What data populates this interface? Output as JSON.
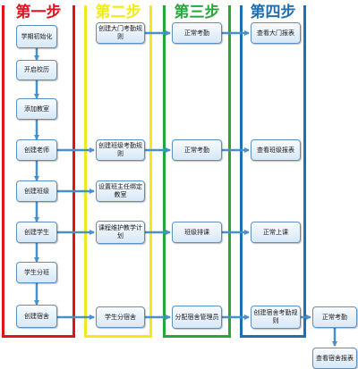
{
  "colors": {
    "stage1": "#e0141c",
    "stage2": "#f2ea1a",
    "stage3": "#26a83a",
    "stage4": "#1f6fb3",
    "arrow": "#4a90c8"
  },
  "stages": [
    {
      "title": "第一步"
    },
    {
      "title": "第二步"
    },
    {
      "title": "第三步"
    },
    {
      "title": "第四步"
    }
  ],
  "nodes": {
    "init_term": "学期初始化",
    "open_calendar": "开启校历",
    "add_classroom": "添加教室",
    "create_teacher": "创建老师",
    "create_class": "创建班级",
    "create_student": "创建学生",
    "assign_student_class": "学生分班",
    "create_dorm": "创建宿舍",
    "gate_attendance_rule": "创建大门考勤规则",
    "class_attendance_rule": "创建班级考勤规则",
    "set_head_teacher": "设置班主任绑定教室",
    "course_plan": "课程维护教学计划",
    "assign_dorm": "学生分宿舍",
    "normal_attendance_1": "正常考勤",
    "normal_attendance_2": "正常考勤",
    "class_schedule": "班级排课",
    "assign_dorm_manager": "分配宿舍管理员",
    "view_gate_report": "查看大门报表",
    "view_class_report": "查看班级报表",
    "normal_class": "正常上课",
    "create_dorm_attendance_rule": "创建宿舍考勤规则",
    "normal_attendance_3": "正常考勤",
    "view_dorm_report": "查看宿舍报表"
  }
}
